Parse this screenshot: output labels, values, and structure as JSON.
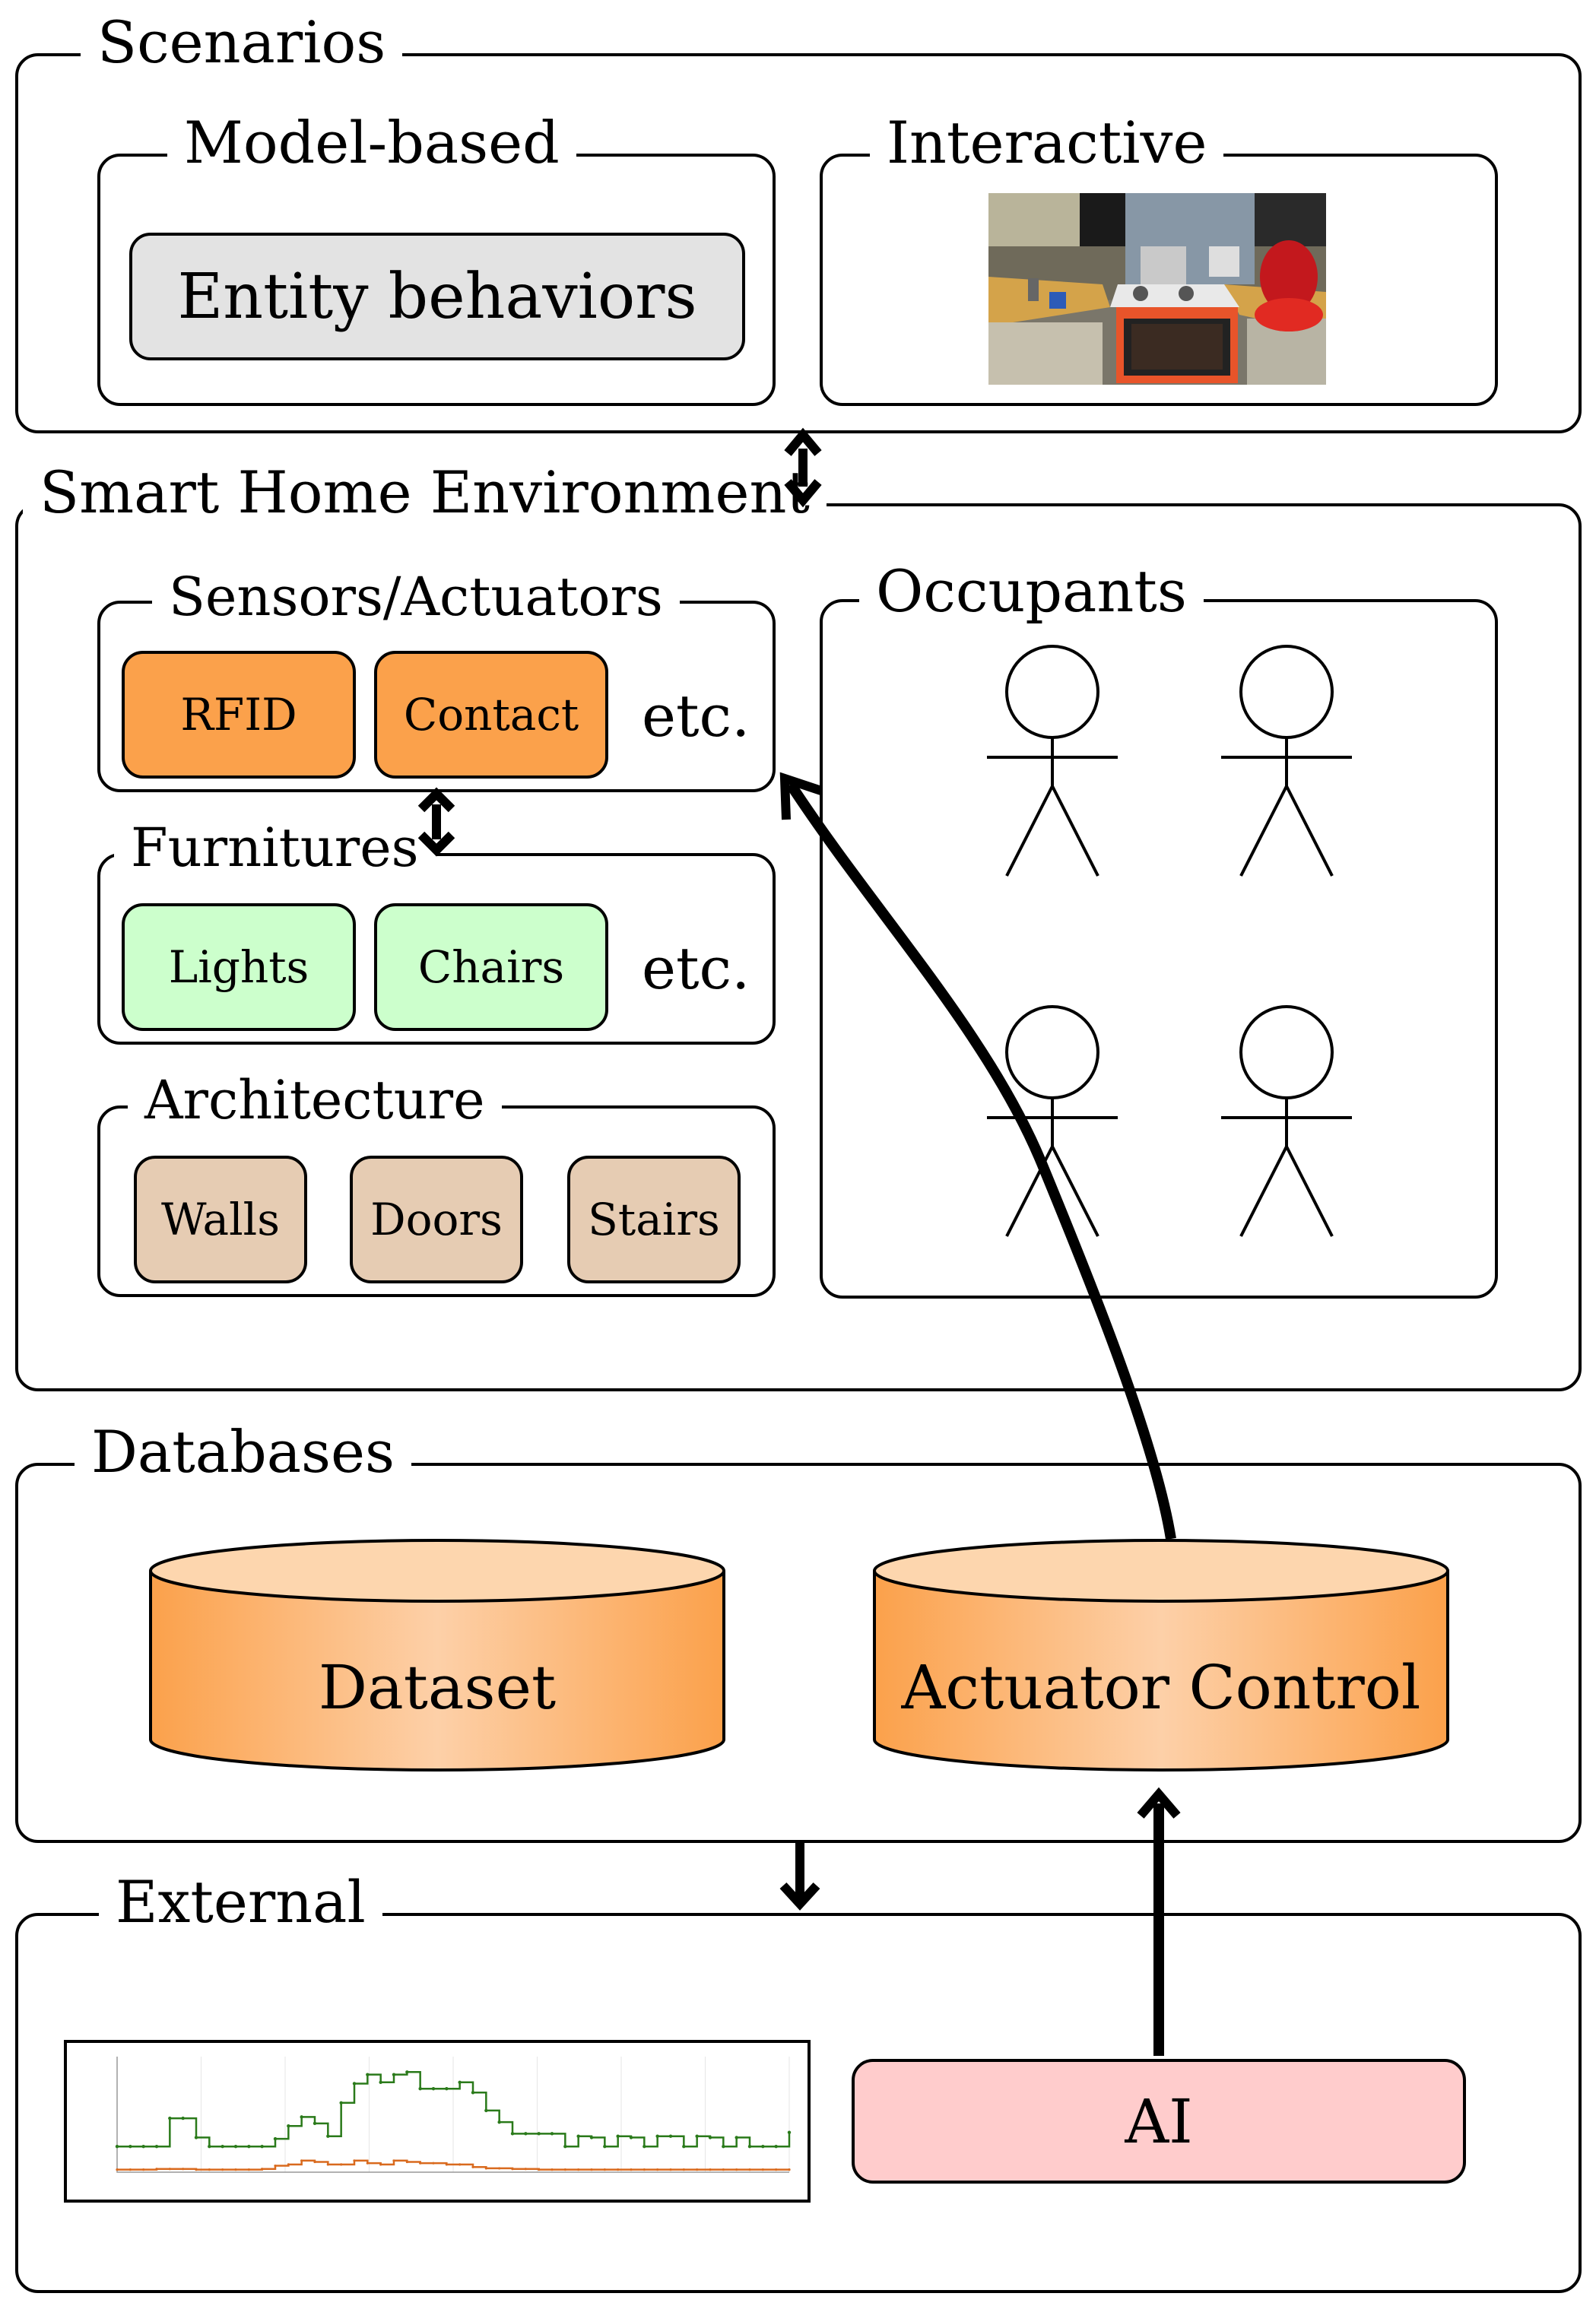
{
  "sections": {
    "scenarios": "Scenarios",
    "model_based": "Model-based",
    "entity_behaviors": "Entity behaviors",
    "interactive": "Interactive",
    "smart_home": "Smart Home Environment",
    "sensors": "Sensors/Actuators",
    "rfid": "RFID",
    "contact": "Contact",
    "sensors_etc": "etc.",
    "furnitures": "Furnitures",
    "lights": "Lights",
    "chairs": "Chairs",
    "furnitures_etc": "etc.",
    "architecture": "Architecture",
    "walls": "Walls",
    "doors": "Doors",
    "stairs": "Stairs",
    "occupants": "Occupants",
    "databases": "Databases",
    "dataset": "Dataset",
    "actuator_control": "Actuator Control",
    "external": "External",
    "ai": "AI"
  },
  "colors": {
    "entity_fill": "#e3e3e3",
    "sensor_fill": "#fba14b",
    "furniture_fill": "#ccffcc",
    "architecture_fill": "#e6ccb3",
    "db_body_start": "#fba14b",
    "db_body_mid": "#fdd0a8",
    "db_top": "#fdd6ae",
    "ai_fill": "#ffcccc",
    "series_green": "#2a7a1a",
    "series_orange": "#d96a1e"
  },
  "chart_data": {
    "type": "line",
    "series": [
      {
        "color": "#2a7a1a",
        "values": [
          200,
          200,
          200,
          200,
          420,
          420,
          270,
          200,
          200,
          200,
          200,
          200,
          260,
          360,
          430,
          380,
          280,
          540,
          690,
          760,
          700,
          760,
          780,
          650,
          650,
          650,
          700,
          620,
          480,
          390,
          300,
          300,
          300,
          300,
          200,
          280,
          270,
          200,
          280,
          270,
          200,
          280,
          280,
          200,
          280,
          270,
          200,
          270,
          200,
          200,
          200,
          310
        ]
      },
      {
        "color": "#d96a1e",
        "values": [
          20,
          20,
          20,
          25,
          25,
          25,
          20,
          20,
          20,
          20,
          20,
          25,
          50,
          60,
          90,
          80,
          60,
          60,
          90,
          70,
          60,
          90,
          80,
          70,
          70,
          60,
          60,
          40,
          30,
          30,
          25,
          25,
          20,
          20,
          20,
          20,
          20,
          20,
          20,
          20,
          20,
          20,
          20,
          20,
          20,
          20,
          20,
          20,
          20,
          20,
          20,
          20
        ]
      }
    ],
    "ylim": [
      0,
      900
    ],
    "grid": true
  }
}
